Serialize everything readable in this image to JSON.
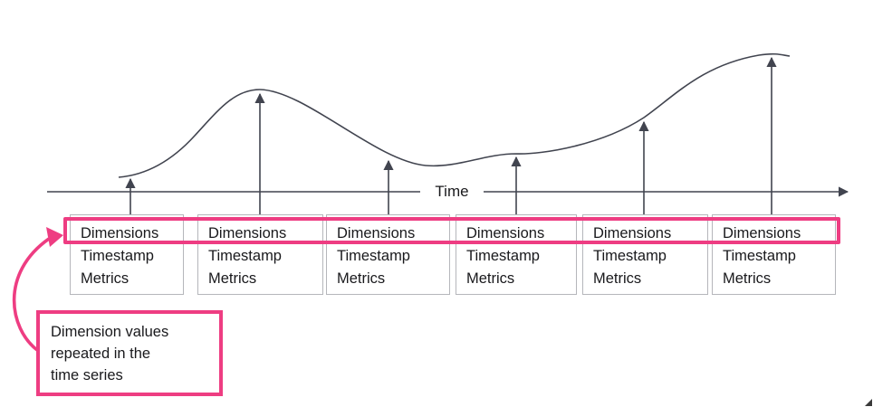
{
  "colors": {
    "pink": "#ee3d82",
    "line": "#41444f",
    "box-border": "#b5b6bb",
    "text": "#19191c"
  },
  "axis": {
    "label": "Time"
  },
  "boxes": [
    {
      "lines": [
        "Dimensions",
        "Timestamp",
        "Metrics"
      ]
    },
    {
      "lines": [
        "Dimensions",
        "Timestamp",
        "Metrics"
      ]
    },
    {
      "lines": [
        "Dimensions",
        "Timestamp",
        "Metrics"
      ]
    },
    {
      "lines": [
        "Dimensions",
        "Timestamp",
        "Metrics"
      ]
    },
    {
      "lines": [
        "Dimensions",
        "Timestamp",
        "Metrics"
      ]
    },
    {
      "lines": [
        "Dimensions",
        "Timestamp",
        "Metrics"
      ]
    }
  ],
  "callout": {
    "lines": [
      "Dimension values",
      "repeated in the",
      "time series"
    ]
  }
}
